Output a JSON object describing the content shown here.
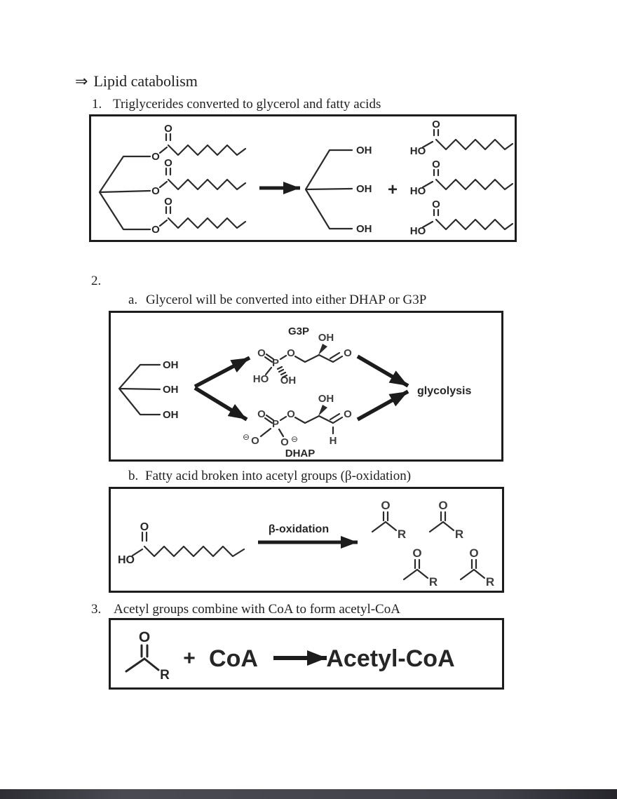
{
  "doc": {
    "title_arrow": "⇒",
    "title": "Lipid catabolism",
    "item1": {
      "number": "1.",
      "text": "Triglycerides converted to glycerol and fatty acids"
    },
    "item2": {
      "number": "2."
    },
    "item2a": {
      "letter": "a.",
      "text": "Glycerol will be converted into either DHAP or G3P"
    },
    "item2b": {
      "letter": "b.",
      "text": "Fatty acid broken into acetyl groups (β-oxidation)"
    },
    "item3": {
      "number": "3.",
      "text": "Acetyl groups combine with CoA to form acetyl-CoA"
    }
  },
  "chem": {
    "O": "O",
    "OH": "OH",
    "HO": "HO",
    "P": "P",
    "H": "H",
    "R": "R",
    "plus": "+",
    "circled_minus": "⊖",
    "g3p": "G3P",
    "dhap": "DHAP",
    "glycolysis": "glycolysis",
    "beta_oxidation": "β-oxidation",
    "coa": "CoA",
    "acetyl_coa": "Acetyl-CoA"
  },
  "colors": {
    "ink": "#1f1f1f"
  }
}
